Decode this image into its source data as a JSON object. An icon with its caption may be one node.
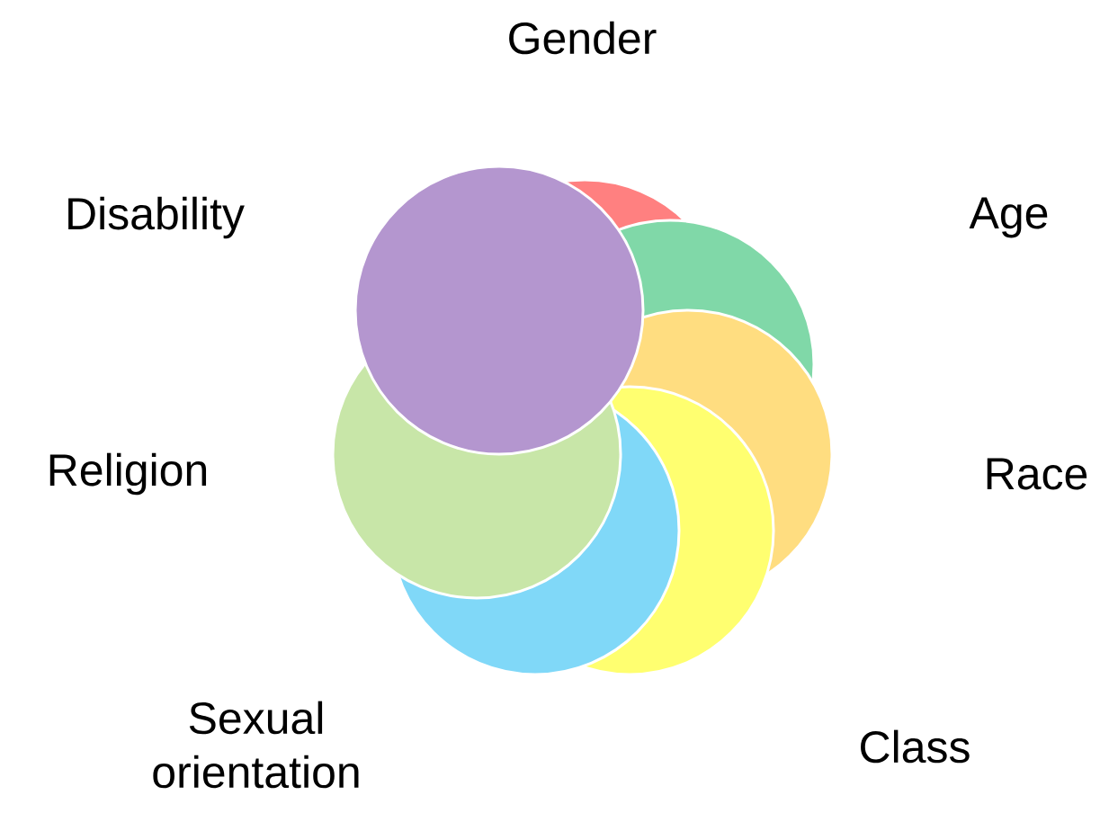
{
  "diagram": {
    "labels": [
      "Gender",
      "Disability",
      "Age",
      "Religion",
      "Race",
      "Sexual orientation",
      "Class"
    ]
  }
}
